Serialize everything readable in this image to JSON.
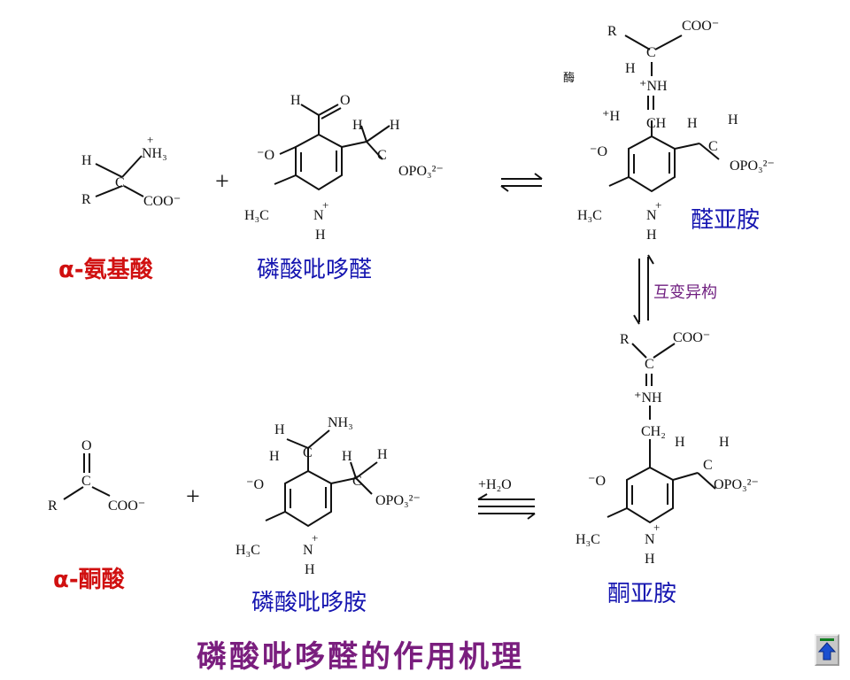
{
  "labels": {
    "amino_acid": "α-氨基酸",
    "plp": "磷酸吡哆醛",
    "aldimine": "醛亚胺",
    "tautomerization": "互变异构",
    "keto_acid": "α-酮酸",
    "pmp": "磷酸吡哆胺",
    "ketimine": "酮亚胺",
    "title": "磷酸吡哆醛的作用机理"
  },
  "formula": {
    "plus": "+",
    "water": "+H₂O",
    "H": "H",
    "C": "C",
    "O": "O",
    "N": "N",
    "R": "R",
    "NH3p": "N̊H₃",
    "NH3": "NH₃",
    "COO": "COO⁻",
    "Om": "⁻O",
    "OPO3": "OPO₃²⁻",
    "H3C": "H₃C",
    "Np": "N",
    "NHp": "⁺NH",
    "Hp": "⁺H",
    "CH": "CH",
    "CH2": "CH₂",
    "enzyme": "酶"
  },
  "icons": {
    "nav_button": "next-page-icon"
  },
  "colors": {
    "red_label": "#d01010",
    "blue_label": "#1515b0",
    "purple_label": "#702080",
    "title": "#7a1e7e"
  }
}
